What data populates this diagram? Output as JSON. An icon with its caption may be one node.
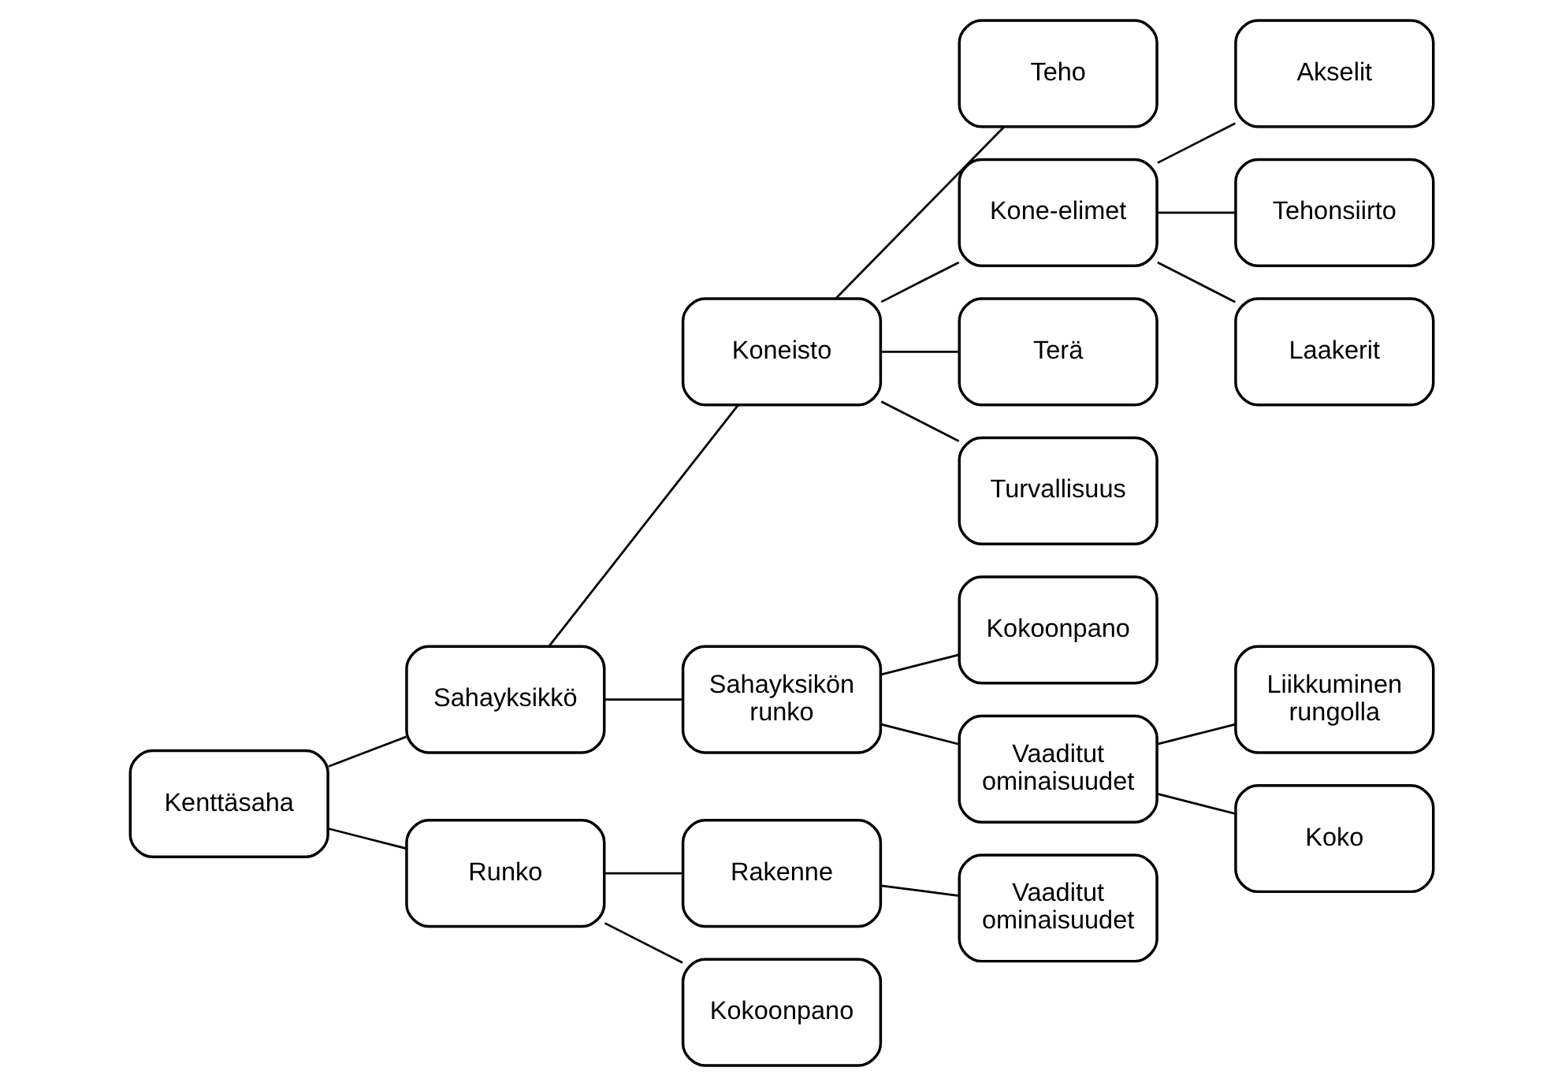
{
  "diagram": {
    "nodes": [
      {
        "text": [
          "Kenttäsaha"
        ]
      },
      {
        "text": [
          "Sahayksikkö"
        ]
      },
      {
        "text": [
          "Koneisto"
        ]
      },
      {
        "text": [
          "Teho"
        ]
      },
      {
        "text": [
          "Kone-elimet"
        ]
      },
      {
        "text": [
          "Akselit"
        ]
      },
      {
        "text": [
          "Tehonsiirto"
        ]
      },
      {
        "text": [
          "Laakerit"
        ]
      },
      {
        "text": [
          "Terä"
        ]
      },
      {
        "text": [
          "Turvallisuus"
        ]
      },
      {
        "text": [
          "Sahayksikön runko"
        ]
      },
      {
        "text": [
          "Kokoonpano"
        ]
      },
      {
        "text": [
          "Vaaditut ominaisuudet"
        ]
      },
      {
        "text": [
          "Liikkuminen rungolla"
        ]
      },
      {
        "text": [
          "Koko"
        ]
      },
      {
        "text": [
          "Runko"
        ]
      },
      {
        "text": [
          "Rakenne"
        ]
      },
      {
        "text": [
          "Vaaditut ominaisuudet"
        ]
      },
      {
        "text": [
          "Kokoonpano"
        ]
      }
    ],
    "edges": [
      {
        "from": 0,
        "to": 1,
        "arrow": "none"
      },
      {
        "from": 0,
        "to": 15,
        "arrow": "none"
      },
      {
        "from": 1,
        "to": 2,
        "arrow": "none"
      },
      {
        "from": 1,
        "to": 10,
        "arrow": "none"
      },
      {
        "from": 2,
        "to": 3,
        "arrow": "none"
      },
      {
        "from": 2,
        "to": 4,
        "arrow": "none"
      },
      {
        "from": 2,
        "to": 8,
        "arrow": "none"
      },
      {
        "from": 2,
        "to": 9,
        "arrow": "none"
      },
      {
        "from": 4,
        "to": 5,
        "arrow": "none"
      },
      {
        "from": 4,
        "to": 6,
        "arrow": "none"
      },
      {
        "from": 4,
        "to": 7,
        "arrow": "none"
      },
      {
        "from": 10,
        "to": 11,
        "arrow": "none"
      },
      {
        "from": 10,
        "to": 12,
        "arrow": "none"
      },
      {
        "from": 12,
        "to": 13,
        "arrow": "none"
      },
      {
        "from": 12,
        "to": 14,
        "arrow": "none"
      },
      {
        "from": 15,
        "to": 16,
        "arrow": "none"
      },
      {
        "from": 15,
        "to": 18,
        "arrow": "none"
      },
      {
        "from": 16,
        "to": 17,
        "arrow": "none"
      }
    ]
  }
}
